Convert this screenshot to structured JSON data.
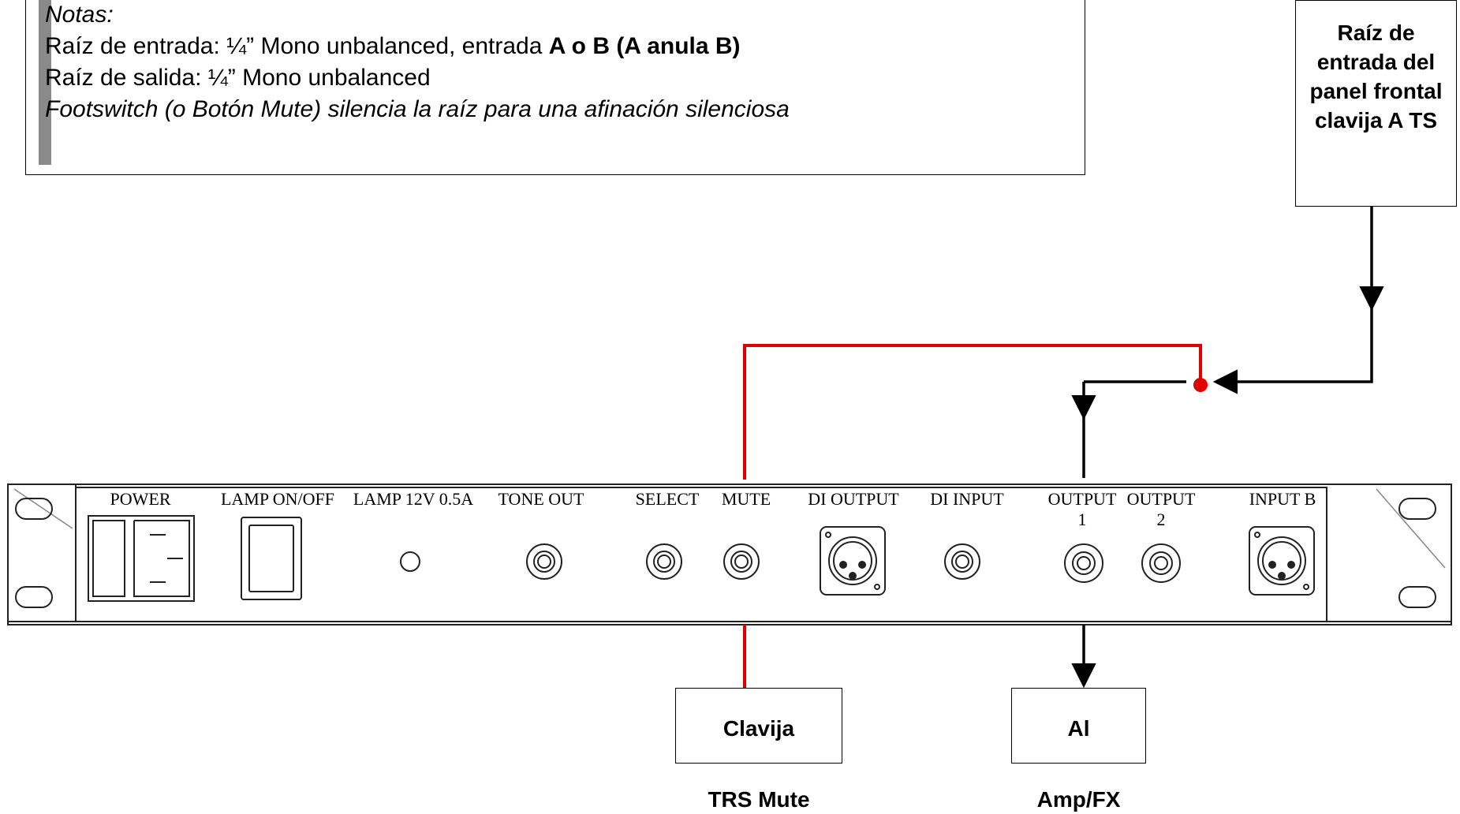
{
  "notes": {
    "title": "Notas:",
    "line1_prefix": "Raíz de entrada: ¼” Mono unbalanced, entrada ",
    "line1_bold": "A o B (A anula B)",
    "line2": "Raíz de salida: ¼” Mono unbalanced",
    "line3": "Footswitch (o Botón Mute) silencia la raíz para una afinación silenciosa"
  },
  "source_box": {
    "label": "Raíz de entrada del panel frontal clavija A TS"
  },
  "mute_box": {
    "line1": "Clavija",
    "line2": "TRS Mute"
  },
  "amp_box": {
    "line1": "Al",
    "line2": "Amp/FX"
  },
  "panel_labels": {
    "power": "POWER",
    "lamp_onoff": "LAMP ON/OFF",
    "lamp_12v": "LAMP 12V 0.5A",
    "tone_out": "TONE OUT",
    "select": "SELECT",
    "mute": "MUTE",
    "di_output": "DI OUTPUT",
    "di_input": "DI INPUT",
    "output1": "OUTPUT",
    "output1_num": "1",
    "output2": "OUTPUT",
    "output2_num": "2",
    "input_b": "INPUT B"
  },
  "colors": {
    "mute_line": "#e00000",
    "signal_line": "#000000",
    "panel_stroke": "#222222"
  }
}
